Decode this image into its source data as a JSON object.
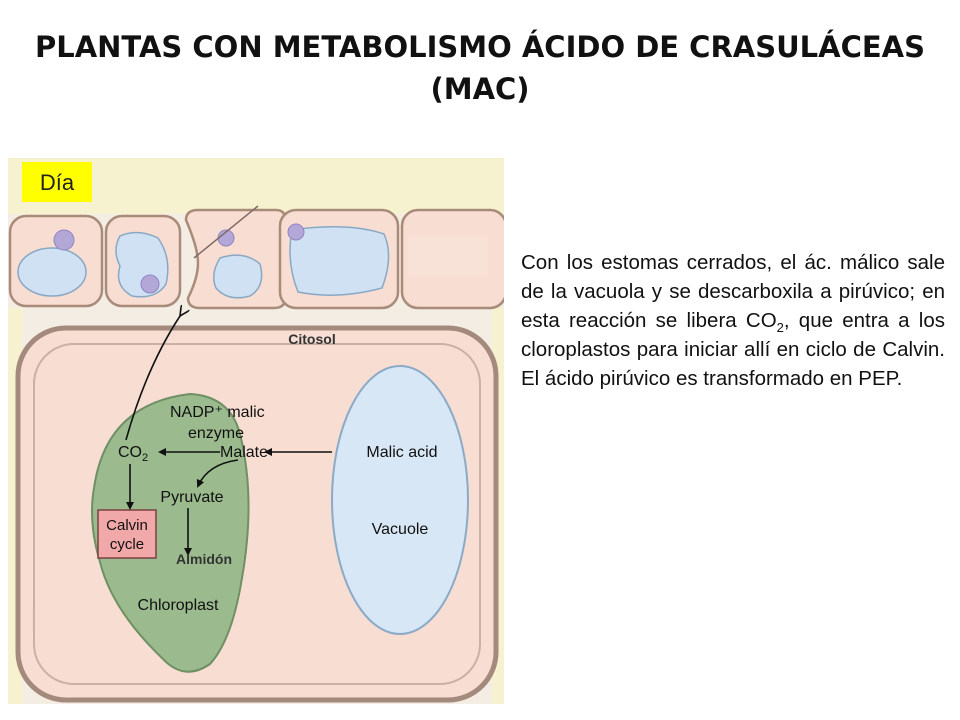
{
  "title": {
    "line1": "PLANTAS CON METABOLISMO ÁCIDO DE CRASULÁCEAS",
    "line2": "(MAC)"
  },
  "diagram": {
    "phase_label": "Día",
    "labels": {
      "cytosol": "Citosol",
      "nadp_line1": "NADP⁺ malic",
      "nadp_line2": "enzyme",
      "co2": "CO",
      "co2_sub": "2",
      "malate": "Malate",
      "malic_acid": "Malic acid",
      "pyruvate": "Pyruvate",
      "calvin_line1": "Calvin",
      "calvin_line2": "cycle",
      "starch": "Almidón",
      "chloroplast": "Chloroplast",
      "vacuole": "Vacuole"
    },
    "colors": {
      "background": "#f6ece4",
      "outer_border": "#f6f3cd",
      "phase_badge": "#ffff00",
      "cell_fill": "#f8ddd2",
      "chloroplast": "#99bb8c",
      "vacuole": "#d6e6f5",
      "calvin_box": "#f0a7a7",
      "vesicle": "#b6aad8"
    }
  },
  "text": {
    "part1": "Con los estomas cerrados, el ác. málico sale de la vacuola y se descarboxila a pirúvico; en esta reacción se libera CO",
    "sub": "2",
    "part2": ", que entra a los cloroplastos para iniciar allí en ciclo de Calvin. El ácido pirúvico es transformado en PEP."
  }
}
